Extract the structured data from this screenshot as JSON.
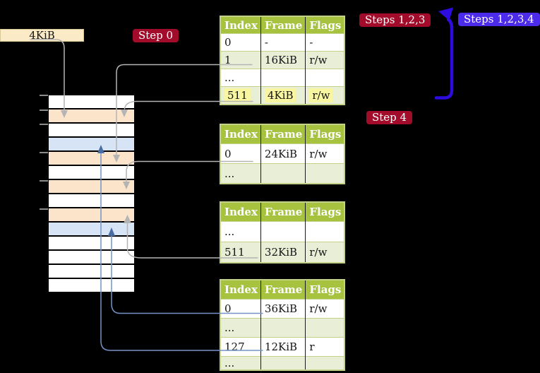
{
  "labels": {
    "frame_size": "4KiB",
    "step0": "Step 0",
    "steps123": "Steps 1,2,3",
    "steps1234": "Steps 1,2,3,4",
    "step4": "Step 4"
  },
  "tables": [
    {
      "name": "page-table-level4",
      "headers": [
        "Index",
        "Frame",
        "Flags"
      ],
      "rows": [
        {
          "cells": [
            "0",
            "-",
            "-"
          ]
        },
        {
          "cells": [
            "1",
            "16KiB",
            "r/w"
          ]
        },
        {
          "cells": [
            "...",
            "",
            ""
          ]
        },
        {
          "cells": [
            "511",
            "4KiB",
            "r/w"
          ],
          "highlight": true
        }
      ]
    },
    {
      "name": "page-table-level3",
      "headers": [
        "Index",
        "Frame",
        "Flags"
      ],
      "rows": [
        {
          "cells": [
            "0",
            "24KiB",
            "r/w"
          ]
        },
        {
          "cells": [
            "...",
            "",
            ""
          ]
        }
      ]
    },
    {
      "name": "page-table-level2",
      "headers": [
        "Index",
        "Frame",
        "Flags"
      ],
      "rows": [
        {
          "cells": [
            "...",
            "",
            ""
          ]
        },
        {
          "cells": [
            "511",
            "32KiB",
            "r/w"
          ]
        }
      ]
    },
    {
      "name": "page-table-level1",
      "headers": [
        "Index",
        "Frame",
        "Flags"
      ],
      "rows": [
        {
          "cells": [
            "0",
            "36KiB",
            "r/w"
          ]
        },
        {
          "cells": [
            "...",
            "",
            ""
          ]
        },
        {
          "cells": [
            "127",
            "12KiB",
            "r"
          ]
        },
        {
          "cells": [
            "...",
            "",
            ""
          ]
        }
      ]
    }
  ],
  "memory": {
    "rows": [
      "white",
      "orange",
      "white",
      "blue",
      "orange",
      "white",
      "orange",
      "white",
      "orange",
      "blue",
      "white",
      "white",
      "white",
      "white"
    ],
    "ticks_y": [
      135,
      156,
      176,
      216,
      256,
      296
    ]
  },
  "colors": {
    "background": "#000000",
    "badge_red": "#a30b2b",
    "badge_blue": "#4c2bea",
    "loop_arrow_blue": "#2d0ce0",
    "table_header_green": "#a6c23f",
    "table_row_green": "#e9eed7",
    "table_border_green": "#c2d389",
    "highlight_yellow": "#f9f6a1",
    "frame_orange": "#fce4cb",
    "frame_blue": "#d6e4f5",
    "frame_white": "#ffffff",
    "connector_gray": "#b4b4b4",
    "connector_blue": "#7593c7",
    "arrowhead_blue": "#4a6da6",
    "label_cream": "#faeac6"
  }
}
